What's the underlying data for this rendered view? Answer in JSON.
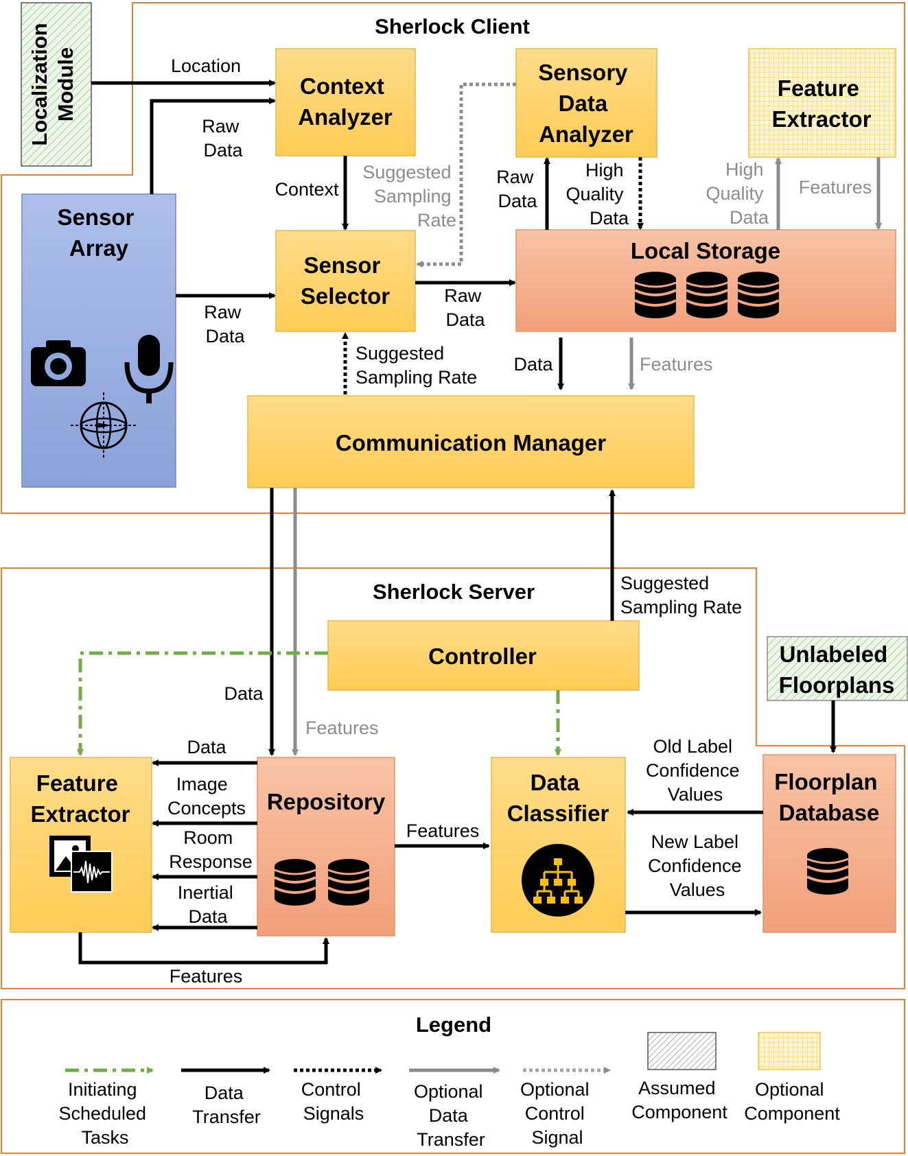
{
  "client": {
    "title": "Sherlock Client"
  },
  "server": {
    "title": "Sherlock Server"
  },
  "nodes": {
    "localization": {
      "l1": "Localization",
      "l2": "Module"
    },
    "context_analyzer": {
      "l1": "Context",
      "l2": "Analyzer"
    },
    "sensory_analyzer": {
      "l1": "Sensory",
      "l2": "Data",
      "l3": "Analyzer"
    },
    "feature_extractor_client": {
      "l1": "Feature",
      "l2": "Extractor"
    },
    "sensor_array": {
      "l1": "Sensor",
      "l2": "Array"
    },
    "sensor_selector": {
      "l1": "Sensor",
      "l2": "Selector"
    },
    "local_storage": {
      "l1": "Local Storage"
    },
    "comm_manager": {
      "l1": "Communication Manager"
    },
    "controller": {
      "l1": "Controller"
    },
    "unlabeled": {
      "l1": "Unlabeled",
      "l2": "Floorplans"
    },
    "feature_extractor_server": {
      "l1": "Feature",
      "l2": "Extractor"
    },
    "repository": {
      "l1": "Repository"
    },
    "data_classifier": {
      "l1": "Data",
      "l2": "Classifier"
    },
    "floorplan_db": {
      "l1": "Floorplan",
      "l2": "Database"
    }
  },
  "edges": {
    "location": "Location",
    "raw_data_ctx": {
      "l1": "Raw",
      "l2": "Data"
    },
    "context": "Context",
    "suggested_sampling_gray": {
      "l1": "Suggested",
      "l2": "Sampling",
      "l3": "Rate"
    },
    "raw_data_sensor": {
      "l1": "Raw",
      "l2": "Data"
    },
    "raw_data_selector": {
      "l1": "Raw",
      "l2": "Data"
    },
    "raw_data_sda": {
      "l1": "Raw",
      "l2": "Data"
    },
    "hq_data_black": {
      "l1": "High",
      "l2": "Quality",
      "l3": "Data"
    },
    "hq_data_gray": {
      "l1": "High",
      "l2": "Quality",
      "l3": "Data"
    },
    "features_fe": "Features",
    "suggested_sampling_black": {
      "l1": "Suggested",
      "l2": "Sampling Rate"
    },
    "data_ls": "Data",
    "features_ls": "Features",
    "suggested_sampling_server": {
      "l1": "Suggested",
      "l2": "Sampling Rate"
    },
    "data_server": "Data",
    "features_server": "Features",
    "data_fe": "Data",
    "image_concepts": {
      "l1": "Image",
      "l2": "Concepts"
    },
    "room_response": {
      "l1": "Room",
      "l2": "Response"
    },
    "inertial_data": {
      "l1": "Inertial",
      "l2": "Data"
    },
    "features_repo_dc": "Features",
    "features_loop": "Features",
    "old_label": {
      "l1": "Old Label",
      "l2": "Confidence",
      "l3": "Values"
    },
    "new_label": {
      "l1": "New Label",
      "l2": "Confidence",
      "l3": "Values"
    }
  },
  "legend": {
    "title": "Legend",
    "initiating": {
      "l1": "Initiating",
      "l2": "Scheduled",
      "l3": "Tasks"
    },
    "data_transfer": {
      "l1": "Data",
      "l2": "Transfer"
    },
    "control_signals": {
      "l1": "Control",
      "l2": "Signals"
    },
    "optional_data": {
      "l1": "Optional",
      "l2": "Data",
      "l3": "Transfer"
    },
    "optional_control": {
      "l1": "Optional",
      "l2": "Control",
      "l3": "Signal"
    },
    "assumed": {
      "l1": "Assumed",
      "l2": "Component"
    },
    "optional_component": {
      "l1": "Optional",
      "l2": "Component"
    }
  },
  "colors": {
    "orange_border": "#ED7D31",
    "yellow_box": "#FFD966",
    "salmon_box": "#F4A582",
    "blue_box": "#8EA9DB",
    "green_dash": "#70AD47",
    "gray_arrow": "#7F7F7F",
    "black_arrow": "#000000"
  },
  "icons": [
    "camera-icon",
    "microphone-icon",
    "gyroscope-icon",
    "database-icon",
    "image-icon",
    "waveform-icon",
    "hierarchy-icon"
  ]
}
